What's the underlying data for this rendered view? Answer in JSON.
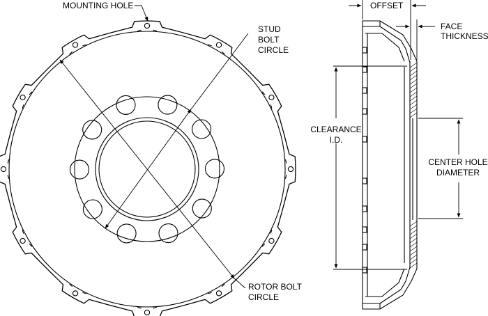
{
  "labels": {
    "mounting_hole": "MOUNTING HOLE",
    "stud_bolt_circle": [
      "STUD",
      "BOLT",
      "CIRCLE"
    ],
    "rotor_bolt_circle": [
      "ROTOR BOLT",
      "CIRCLE"
    ],
    "offset": "OFFSET",
    "face_thickness": [
      "FACE",
      "THICKNESS"
    ],
    "clearance_id": [
      "CLEARANCE",
      "I.D."
    ],
    "center_hole_diameter": [
      "CENTER HOLE",
      "DIAMETER"
    ]
  },
  "colors": {
    "line": "#000000",
    "background": "#ffffff"
  }
}
